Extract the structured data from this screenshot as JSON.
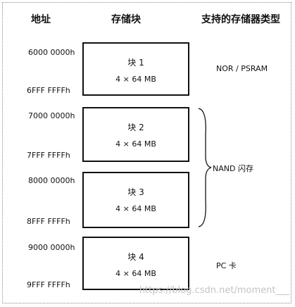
{
  "headers": {
    "address": "地址",
    "block": "存储块",
    "memory_type": "支持的存储器类型"
  },
  "blocks": [
    {
      "name": "块 1",
      "size": "4 × 64 MB",
      "start": "6000 0000h",
      "end": "6FFF FFFFh"
    },
    {
      "name": "块 2",
      "size": "4 × 64 MB",
      "start": "7000 0000h",
      "end": "7FFF FFFFh"
    },
    {
      "name": "块 3",
      "size": "4 × 64 MB",
      "start": "8000 0000h",
      "end": "8FFF FFFFh"
    },
    {
      "name": "块 4",
      "size": "4 × 64 MB",
      "start": "9000 0000h",
      "end": "9FFF FFFFh"
    }
  ],
  "memory_types": {
    "nor": "NOR / PSRAM",
    "nand": "NAND 闪存",
    "pc": "PC 卡"
  },
  "watermark": "https://blog.csdn.net/moment___"
}
